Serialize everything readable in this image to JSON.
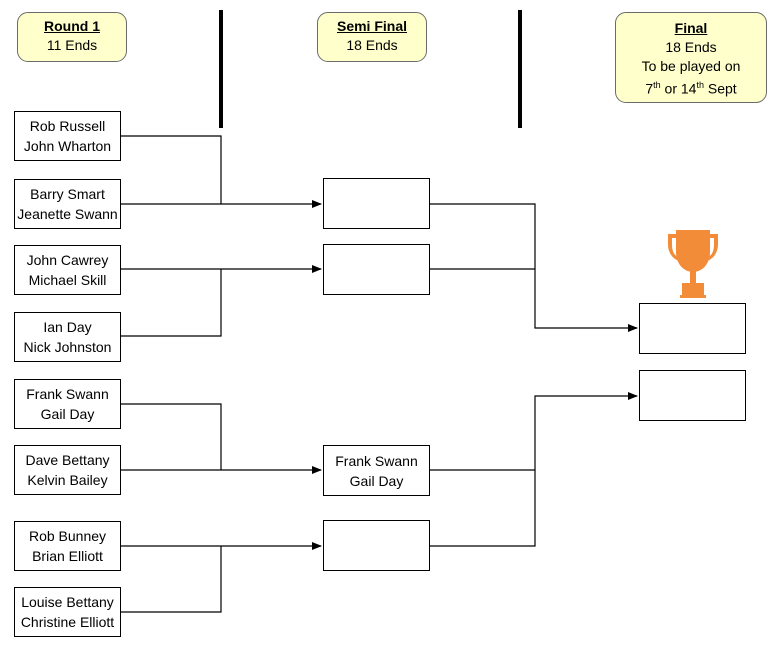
{
  "headers": {
    "round1": {
      "title": "Round 1",
      "ends": "11 Ends"
    },
    "semi": {
      "title": "Semi Final",
      "ends": "18 Ends"
    },
    "final": {
      "title": "Final",
      "ends": "18 Ends",
      "line3": "To be played on",
      "d1": "7",
      "s1": "th",
      "or": " or 14",
      "s2": "th",
      "rest": " Sept"
    }
  },
  "round1": [
    {
      "p1": "Rob Russell",
      "p2": "John Wharton"
    },
    {
      "p1": "Barry Smart",
      "p2": "Jeanette Swann"
    },
    {
      "p1": "John Cawrey",
      "p2": "Michael Skill"
    },
    {
      "p1": "Ian Day",
      "p2": "Nick Johnston"
    },
    {
      "p1": "Frank Swann",
      "p2": "Gail Day"
    },
    {
      "p1": "Dave Bettany",
      "p2": "Kelvin Bailey"
    },
    {
      "p1": "Rob Bunney",
      "p2": "Brian Elliott"
    },
    {
      "p1": "Louise Bettany",
      "p2": "Christine Elliott"
    }
  ],
  "semi": [
    {
      "p1": "",
      "p2": ""
    },
    {
      "p1": "",
      "p2": ""
    },
    {
      "p1": "Frank Swann",
      "p2": "Gail Day"
    },
    {
      "p1": "",
      "p2": ""
    }
  ],
  "final": [
    {
      "p1": "",
      "p2": ""
    },
    {
      "p1": "",
      "p2": ""
    }
  ],
  "colors": {
    "header_fill": "#ffffcc",
    "trophy": "#f28c38",
    "line": "#000000"
  },
  "icons": {
    "trophy": "trophy-icon"
  }
}
